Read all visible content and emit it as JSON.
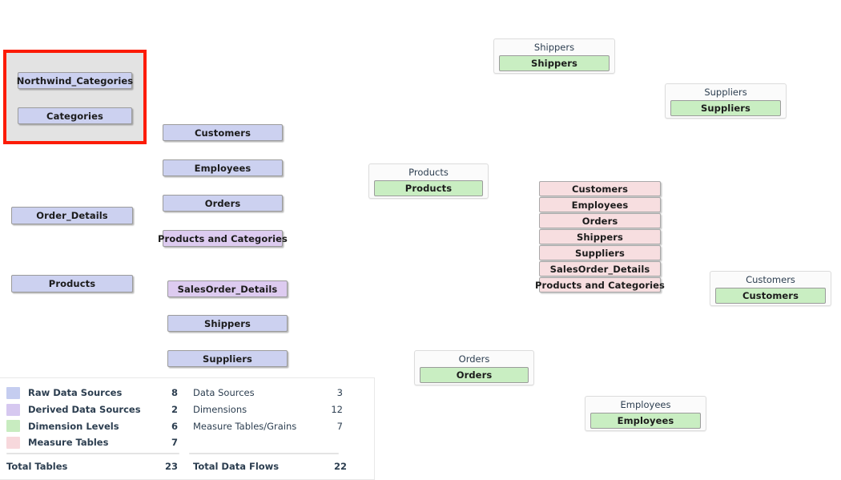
{
  "selection": {
    "name": "northwind-categories-selection",
    "nodes": [
      {
        "label": "Northwind_Categories",
        "type": "raw"
      },
      {
        "label": "Categories",
        "type": "raw"
      }
    ]
  },
  "raw_column": [
    {
      "label": "Order_Details",
      "type": "raw"
    },
    {
      "label": "Products",
      "type": "raw"
    }
  ],
  "middle_column": [
    {
      "label": "Customers",
      "type": "raw"
    },
    {
      "label": "Employees",
      "type": "raw"
    },
    {
      "label": "Orders",
      "type": "raw"
    },
    {
      "label": "Products and Categories",
      "type": "derived"
    },
    {
      "label": "SalesOrder_Details",
      "type": "derived"
    },
    {
      "label": "Shippers",
      "type": "raw"
    },
    {
      "label": "Suppliers",
      "type": "raw"
    }
  ],
  "measure_column": [
    {
      "label": "Customers",
      "type": "measure"
    },
    {
      "label": "Employees",
      "type": "measure"
    },
    {
      "label": "Orders",
      "type": "measure"
    },
    {
      "label": "Shippers",
      "type": "measure"
    },
    {
      "label": "Suppliers",
      "type": "measure"
    },
    {
      "label": "SalesOrder_Details",
      "type": "measure"
    },
    {
      "label": "Products and Categories",
      "type": "measure"
    }
  ],
  "dimension_groups": [
    {
      "title": "Shippers",
      "level": "Shippers"
    },
    {
      "title": "Suppliers",
      "level": "Suppliers"
    },
    {
      "title": "Products",
      "level": "Products"
    },
    {
      "title": "Customers",
      "level": "Customers"
    },
    {
      "title": "Orders",
      "level": "Orders"
    },
    {
      "title": "Employees",
      "level": "Employees"
    }
  ],
  "legend": {
    "types": [
      {
        "label": "Raw Data Sources",
        "value": "8",
        "color": "#c5cdf0"
      },
      {
        "label": "Derived Data Sources",
        "value": "2",
        "color": "#d6c8f0"
      },
      {
        "label": "Dimension Levels",
        "value": "6",
        "color": "#c8ecc0"
      },
      {
        "label": "Measure Tables",
        "value": "7",
        "color": "#f7d8dc"
      }
    ],
    "counts": [
      {
        "label": "Data Sources",
        "value": "3"
      },
      {
        "label": "Dimensions",
        "value": "12"
      },
      {
        "label": "Measure Tables/Grains",
        "value": "7"
      }
    ],
    "total_tables": {
      "label": "Total Tables",
      "value": "23"
    },
    "total_data_flows": {
      "label": "Total Data Flows",
      "value": "22"
    }
  },
  "colors": {
    "raw": "#ccd1f0",
    "derived": "#ddcbf0",
    "level": "#c9eec2",
    "measure": "#f7dee0",
    "selection_border": "#fc1b06",
    "selection_fill": "#e3e3e3",
    "text": "#2c3e50"
  }
}
